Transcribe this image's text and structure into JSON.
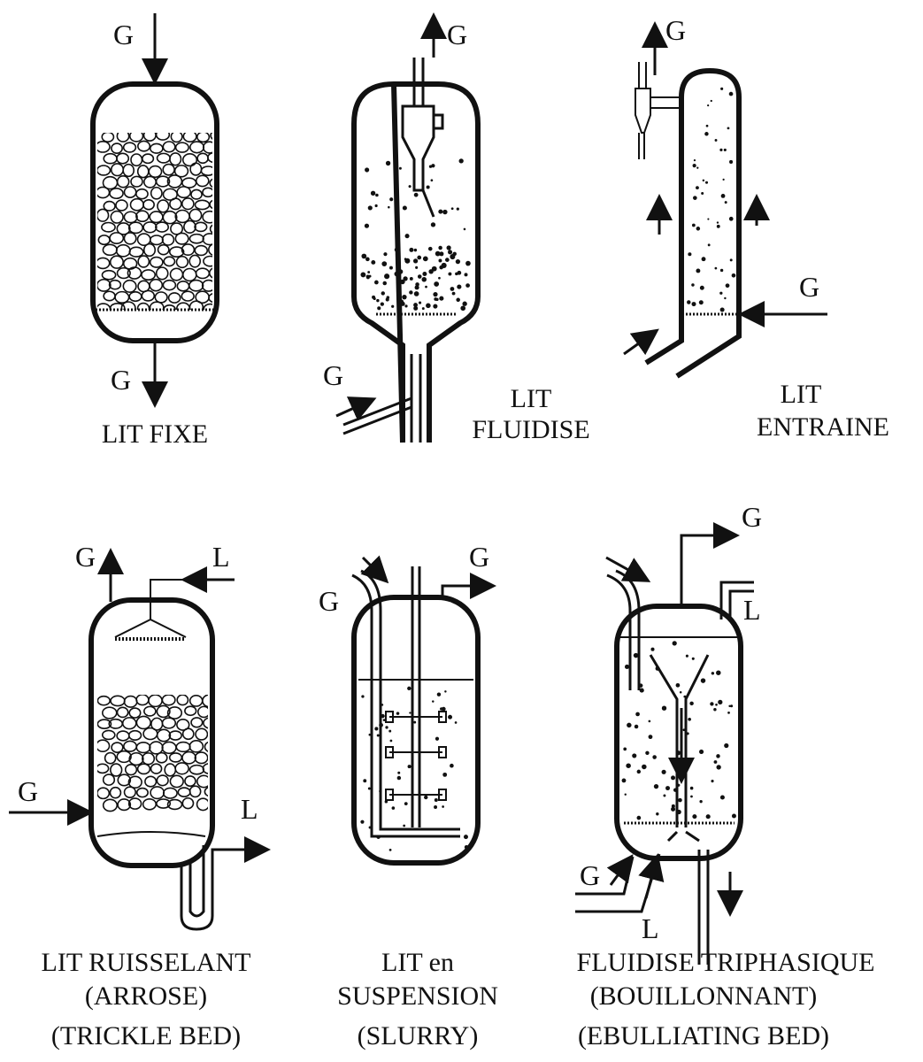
{
  "reactors": [
    {
      "caption": [
        "LIT FIXE"
      ],
      "streams": [
        "G",
        "G"
      ]
    },
    {
      "caption": [
        "LIT",
        "FLUIDISE"
      ],
      "streams": [
        "G",
        "G"
      ]
    },
    {
      "caption": [
        "LIT",
        "ENTRAINE"
      ],
      "streams": [
        "G",
        "G"
      ]
    },
    {
      "caption": [
        "LIT RUISSELANT",
        "(ARROSE)",
        "(TRICKLE BED)"
      ],
      "streams": [
        "G",
        "L",
        "G",
        "L"
      ]
    },
    {
      "caption": [
        "LIT en",
        "SUSPENSION",
        "(SLURRY)"
      ],
      "streams": [
        "G",
        "G"
      ]
    },
    {
      "caption": [
        "FLUIDISE TRIPHASIQUE",
        "(BOUILLONNANT)",
        "(EBULLIATING BED)"
      ],
      "streams": [
        "G",
        "L",
        "G",
        "L"
      ]
    }
  ],
  "colors": {
    "ink": "#111111",
    "paper": "#ffffff"
  }
}
